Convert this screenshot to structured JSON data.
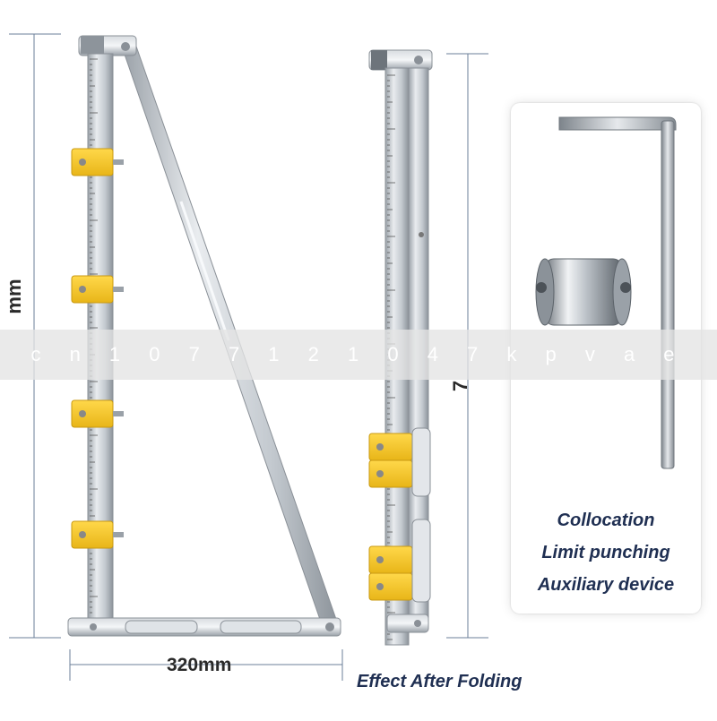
{
  "image": {
    "watermark": "c n 1 0 7 7 1 2 1 0 4 7 k p v a e",
    "dimensions": {
      "height_left": "mm",
      "width_bottom": "320mm",
      "height_folded": "7"
    },
    "accessories_card": {
      "lines": [
        "Collocation",
        "Limit punching",
        "Auxiliary device"
      ]
    },
    "caption": "Effect After Folding",
    "colors": {
      "jig_yellow": "#f2c52a",
      "steel": "#c9ced3",
      "text_navy": "#1f2f52"
    },
    "icons": [
      "allen-key-icon",
      "drill-stop-collar-icon"
    ]
  }
}
